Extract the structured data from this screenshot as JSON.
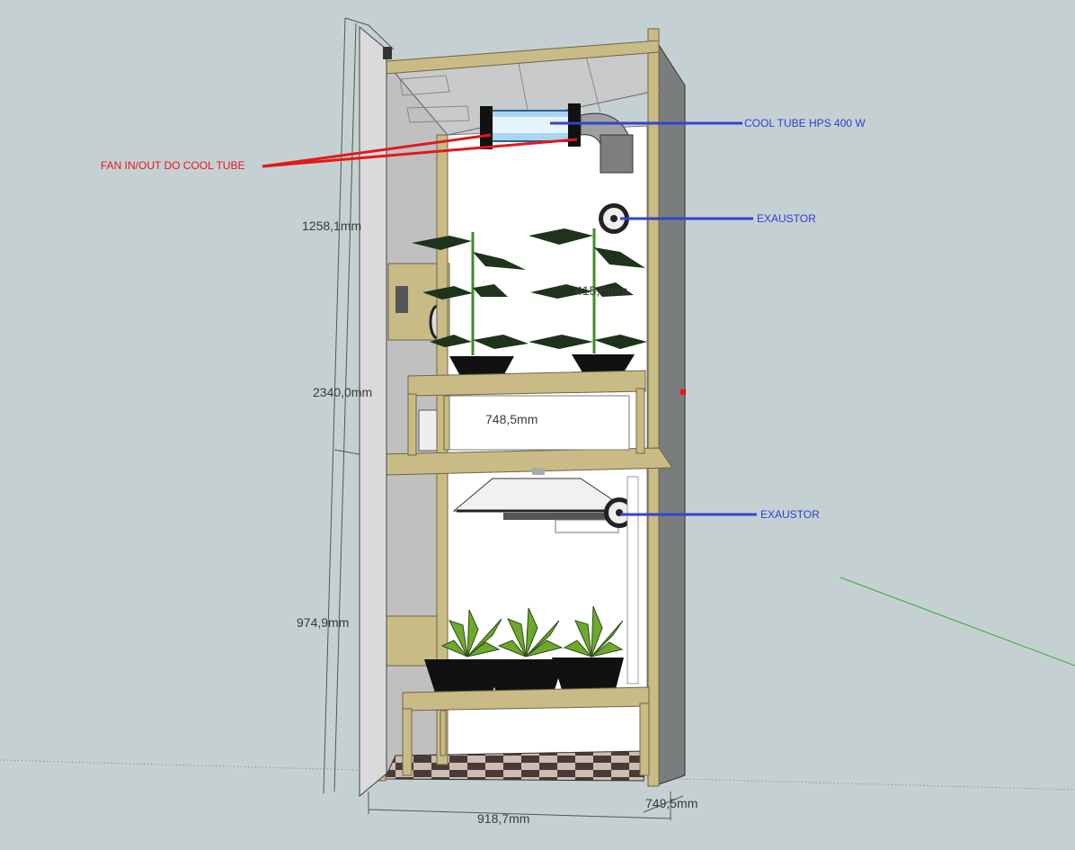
{
  "labels": {
    "cool_tube": "COOL TUBE HPS 400 W",
    "fan_cool_tube": "FAN IN/OUT DO COOL TUBE",
    "exhaust_top": "EXAUSTOR",
    "exhaust_bottom": "EXAUSTOR"
  },
  "dimensions": {
    "top_height": "1258,1mm",
    "total_height": "2340,0mm",
    "bottom_height": "974,9mm",
    "inner_height": "415,6mm",
    "shelf_width": "748,5mm",
    "width": "918,7mm",
    "depth": "749,5mm"
  },
  "colors": {
    "background": "#c5d0d3",
    "wood": "#c8bb86",
    "wood_edge": "#6f6542",
    "panel": "#ffffff",
    "label_blue": "#2b3fd6",
    "label_red": "#e01a1a",
    "axis_green": "#2fae2f",
    "axis_red": "#c25c5c"
  }
}
